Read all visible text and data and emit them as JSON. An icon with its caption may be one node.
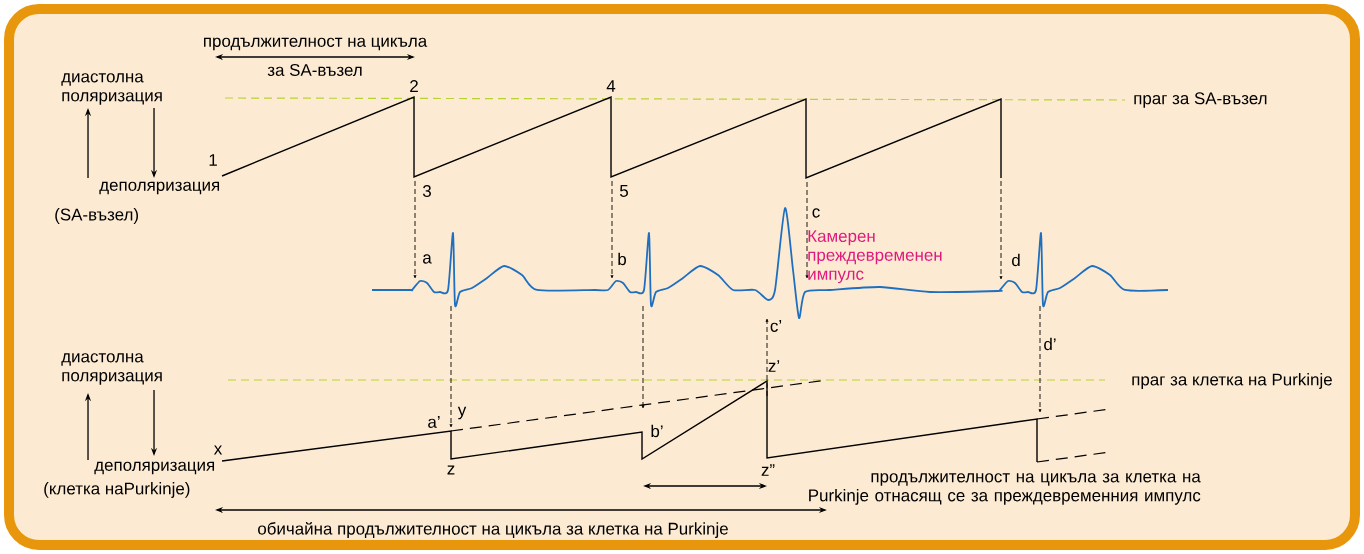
{
  "diagram": {
    "labels": [
      "продължителност на цикъла",
      "за SA-възел",
      "диастолна поляризация",
      "2",
      "4",
      "праг за SA-възел",
      "1",
      "деполяризация",
      "3",
      "5",
      "(SA-възел)",
      "c",
      "Камерен преждевременен импулс",
      "a",
      "b",
      "d",
      "c’",
      "d’",
      "диастолна поляризация",
      "z’",
      "праг за клетка на Purkinje",
      "a’",
      "y",
      "b’",
      "x",
      "деполяризация",
      "z",
      "z”",
      "(клетка наPurkinje)",
      "продължителност на цикъла за клетка на Purkinje отнасящ се за преждевременния импулс",
      "обичайна продължителност на цикъла за клетка на Purkinje"
    ]
  }
}
